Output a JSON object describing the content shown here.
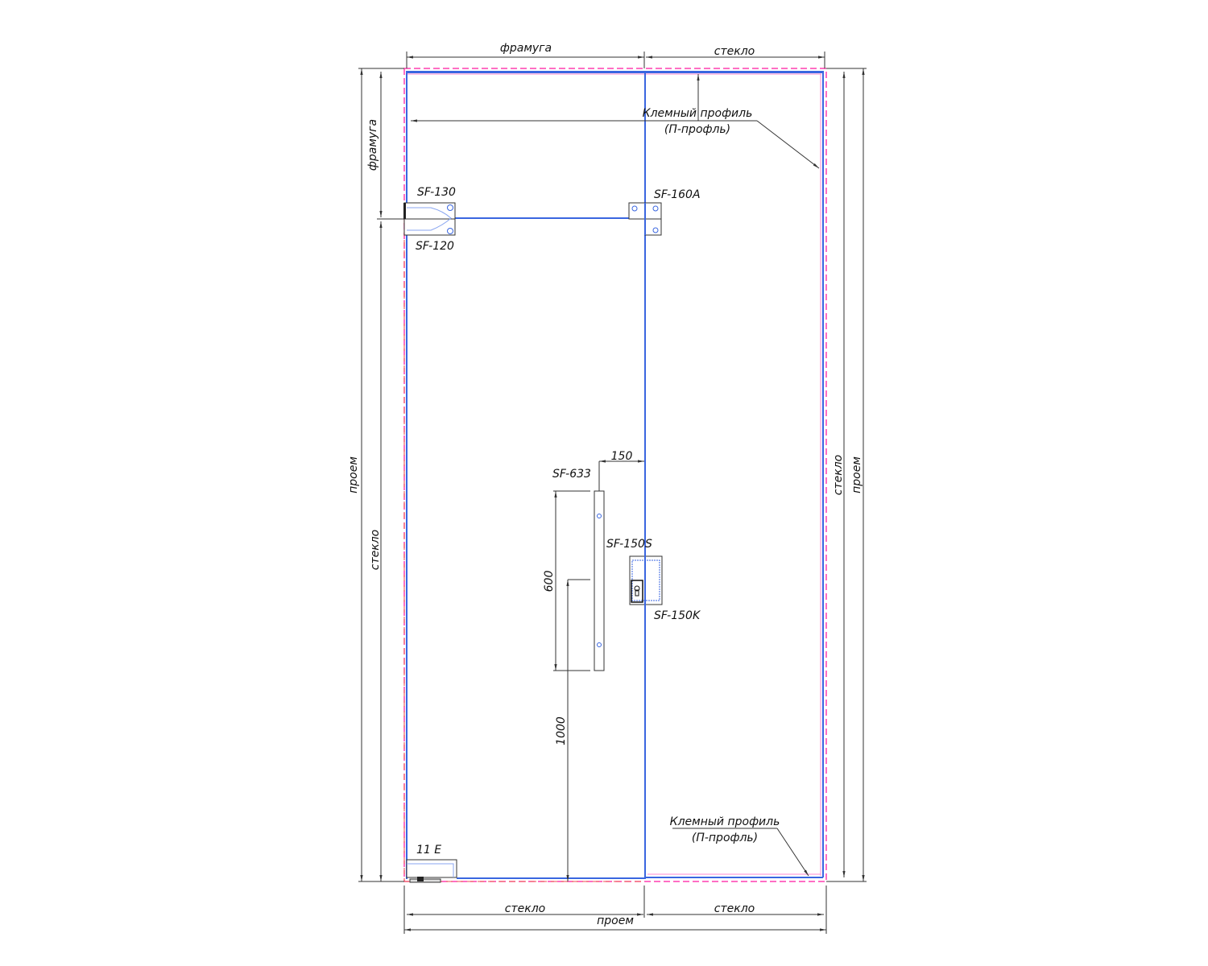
{
  "labels": {
    "transom_top": "фрамуга",
    "glass_top": "стекло",
    "transom_left": "фрамуга",
    "opening_left": "проем",
    "glass_left": "стекло",
    "glass_right": "стекло",
    "opening_right": "проем",
    "glass_bottom_left": "стекло",
    "glass_bottom_right": "стекло",
    "opening_bottom": "проем",
    "clamp_profile_top": "Клемный профиль",
    "clamp_profile_top_sub": "(П-профль)",
    "clamp_profile_bottom": "Клемный профиль",
    "clamp_profile_bottom_sub": "(П-профль)"
  },
  "parts": {
    "sf130": "SF-130",
    "sf120": "SF-120",
    "sf160a": "SF-160A",
    "sf633": "SF-633",
    "sf150s": "SF-150S",
    "sf150k": "SF-150K",
    "e11": "11 E"
  },
  "dimensions": {
    "handle_offset": "150",
    "handle_length": "600",
    "handle_height": "1000"
  },
  "colors": {
    "glass": "#3a66e0",
    "profile": "#ff3fb0",
    "floor": "#f07070"
  }
}
